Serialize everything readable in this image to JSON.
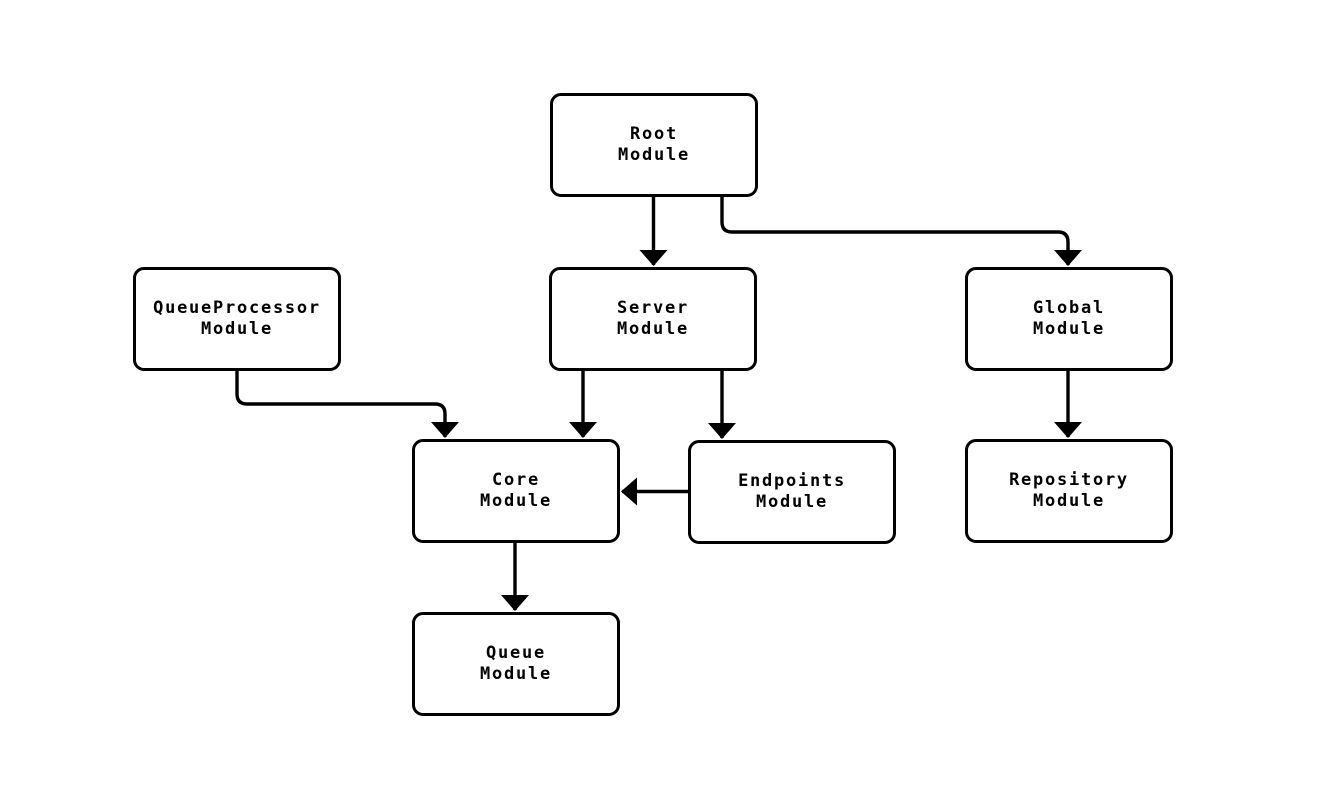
{
  "diagram": {
    "type": "flowchart",
    "background_color": "#ffffff",
    "line_color": "#000000",
    "text_color": "#000000",
    "nodes": {
      "root": {
        "label": "Root\nModule"
      },
      "queueprocessor": {
        "label": "QueueProcessor\nModule"
      },
      "server": {
        "label": "Server\nModule"
      },
      "global": {
        "label": "Global\nModule"
      },
      "core": {
        "label": "Core\nModule"
      },
      "endpoints": {
        "label": "Endpoints\nModule"
      },
      "repository": {
        "label": "Repository\nModule"
      },
      "queue": {
        "label": "Queue\nModule"
      }
    },
    "edges": [
      {
        "from": "Root Module",
        "to": "Server Module"
      },
      {
        "from": "Root Module",
        "to": "Global Module"
      },
      {
        "from": "QueueProcessor Module",
        "to": "Core Module"
      },
      {
        "from": "Server Module",
        "to": "Core Module"
      },
      {
        "from": "Server Module",
        "to": "Endpoints Module"
      },
      {
        "from": "Endpoints Module",
        "to": "Core Module"
      },
      {
        "from": "Core Module",
        "to": "Queue Module"
      },
      {
        "from": "Global Module",
        "to": "Repository Module"
      }
    ]
  }
}
